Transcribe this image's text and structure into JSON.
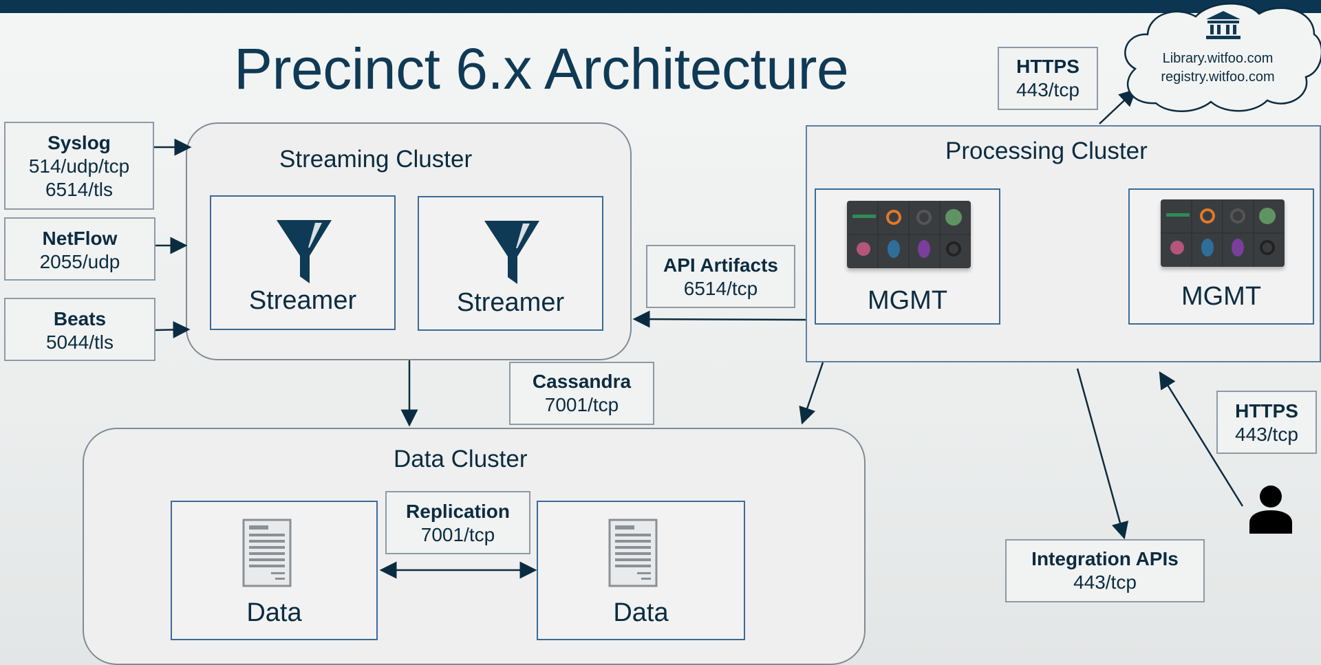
{
  "title": "Precinct 6.x Architecture",
  "colors": {
    "topbar": "#0b3550",
    "accent": "#0b2c40",
    "node_border": "#3b6a96"
  },
  "inputs": [
    {
      "name": "Syslog",
      "ports": [
        "514/udp/tcp",
        "6514/tls"
      ]
    },
    {
      "name": "NetFlow",
      "ports": [
        "2055/udp"
      ]
    },
    {
      "name": "Beats",
      "ports": [
        "5044/tls"
      ]
    }
  ],
  "streaming_cluster": {
    "title": "Streaming Cluster",
    "nodes": [
      "Streamer",
      "Streamer"
    ],
    "node_icon": "funnel-icon"
  },
  "processing_cluster": {
    "title": "Processing Cluster",
    "nodes": [
      "MGMT",
      "MGMT"
    ],
    "node_icon": "dashboard-thumbnail"
  },
  "data_cluster": {
    "title": "Data Cluster",
    "nodes": [
      "Data",
      "Data"
    ],
    "node_icon": "document-icon"
  },
  "connections": {
    "https_top": {
      "name": "HTTPS",
      "port": "443/tcp"
    },
    "api_artifacts": {
      "name": "API Artifacts",
      "port": "6514/tcp"
    },
    "cassandra": {
      "name": "Cassandra",
      "port": "7001/tcp"
    },
    "replication": {
      "name": "Replication",
      "port": "7001/tcp"
    },
    "https_user": {
      "name": "HTTPS",
      "port": "443/tcp"
    },
    "integration_apis": {
      "name": "Integration APIs",
      "port": "443/tcp"
    }
  },
  "cloud": {
    "icon": "library-building-icon",
    "lines": [
      "Library.witfoo.com",
      "registry.witfoo.com"
    ]
  },
  "user_icon": "person-icon"
}
